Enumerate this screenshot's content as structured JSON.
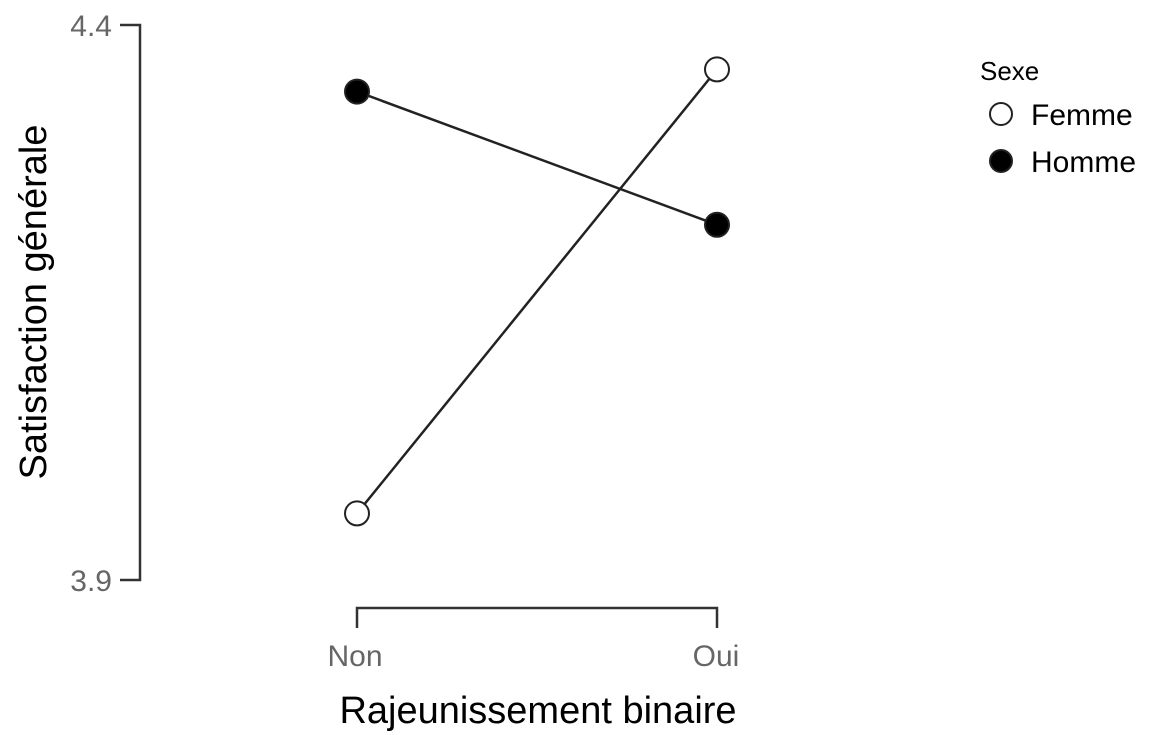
{
  "chart_data": {
    "type": "line",
    "categories": [
      "Non",
      "Oui"
    ],
    "xlabel": "Rajeunissement binaire",
    "ylabel": "Satisfaction générale",
    "ylim": [
      3.9,
      4.4
    ],
    "yticks": [
      "3.9",
      "4.4"
    ],
    "grid": false,
    "legend": {
      "title": "Sexe",
      "position": "top-right"
    },
    "series": [
      {
        "name": "Femme",
        "values": [
          3.96,
          4.36
        ],
        "marker": "open-circle",
        "color": "#ffffff"
      },
      {
        "name": "Homme",
        "values": [
          4.34,
          4.22
        ],
        "marker": "filled-circle",
        "color": "#000000"
      }
    ]
  }
}
